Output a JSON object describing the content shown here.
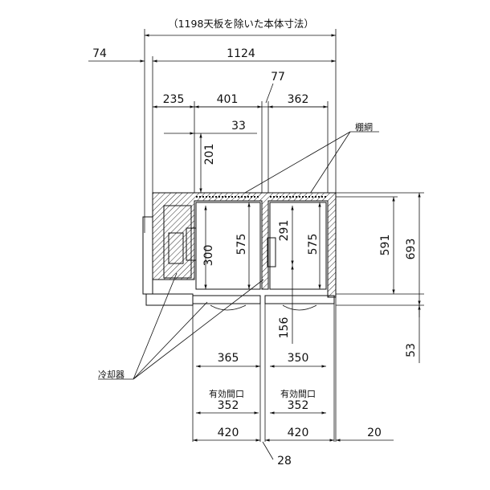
{
  "title": "（1198天板を除いた本体寸法）",
  "dims": {
    "d74": "74",
    "d1124": "1124",
    "d77": "77",
    "d235": "235",
    "d401": "401",
    "d362": "362",
    "d33": "33",
    "d201": "201",
    "d300": "300",
    "d575a": "575",
    "d291": "291",
    "d575b": "575",
    "d591": "591",
    "d693": "693",
    "d156": "156",
    "d53": "53",
    "d365": "365",
    "d350": "350",
    "d352a": "352",
    "d352b": "352",
    "d420a": "420",
    "d420b": "420",
    "d20": "20",
    "d28": "28"
  },
  "labels": {
    "mesh": "棚網",
    "cooler": "冷却器",
    "effective_a": "有効間口",
    "effective_b": "有効間口"
  }
}
